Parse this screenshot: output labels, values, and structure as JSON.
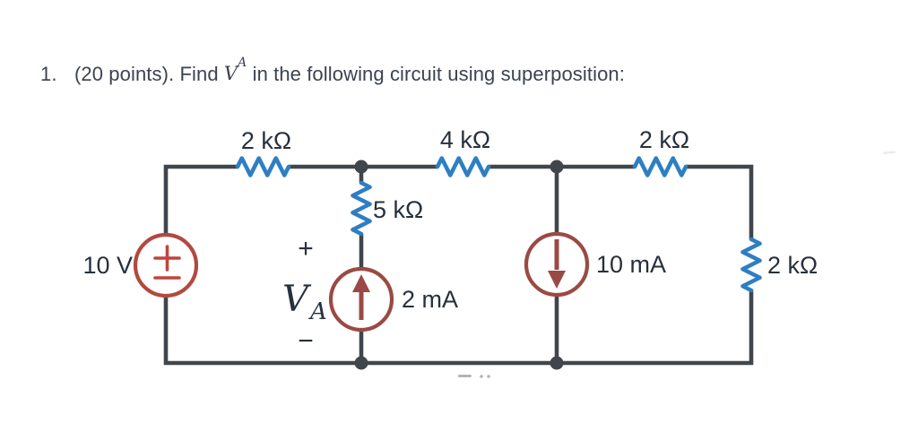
{
  "title": {
    "number": "1.",
    "text_before": "(20 points). Find ",
    "va_symbol": "V",
    "va_subscript": "A",
    "text_after": " in the following circuit using superposition:"
  },
  "circuit": {
    "resistors": {
      "top_left": "2 kΩ",
      "top_middle": "4 kΩ",
      "top_right": "2 kΩ",
      "middle_vertical": "5 kΩ",
      "right_vertical": "2 kΩ"
    },
    "sources": {
      "voltage_source": "10 V",
      "current_source_up": "2 mA",
      "current_source_down": "10 mA"
    },
    "va_annotation": {
      "plus": "+",
      "symbol": "V",
      "subscript": "A",
      "minus": "−"
    }
  },
  "colors": {
    "wire": "#40464b",
    "resistor_blue": "#2e7fc2",
    "current_source_red": "#9a4a44",
    "voltage_source_red": "#b2493f",
    "polarity_red": "#c0453c",
    "label_text": "#27303c",
    "title_text": "#3b4350"
  }
}
